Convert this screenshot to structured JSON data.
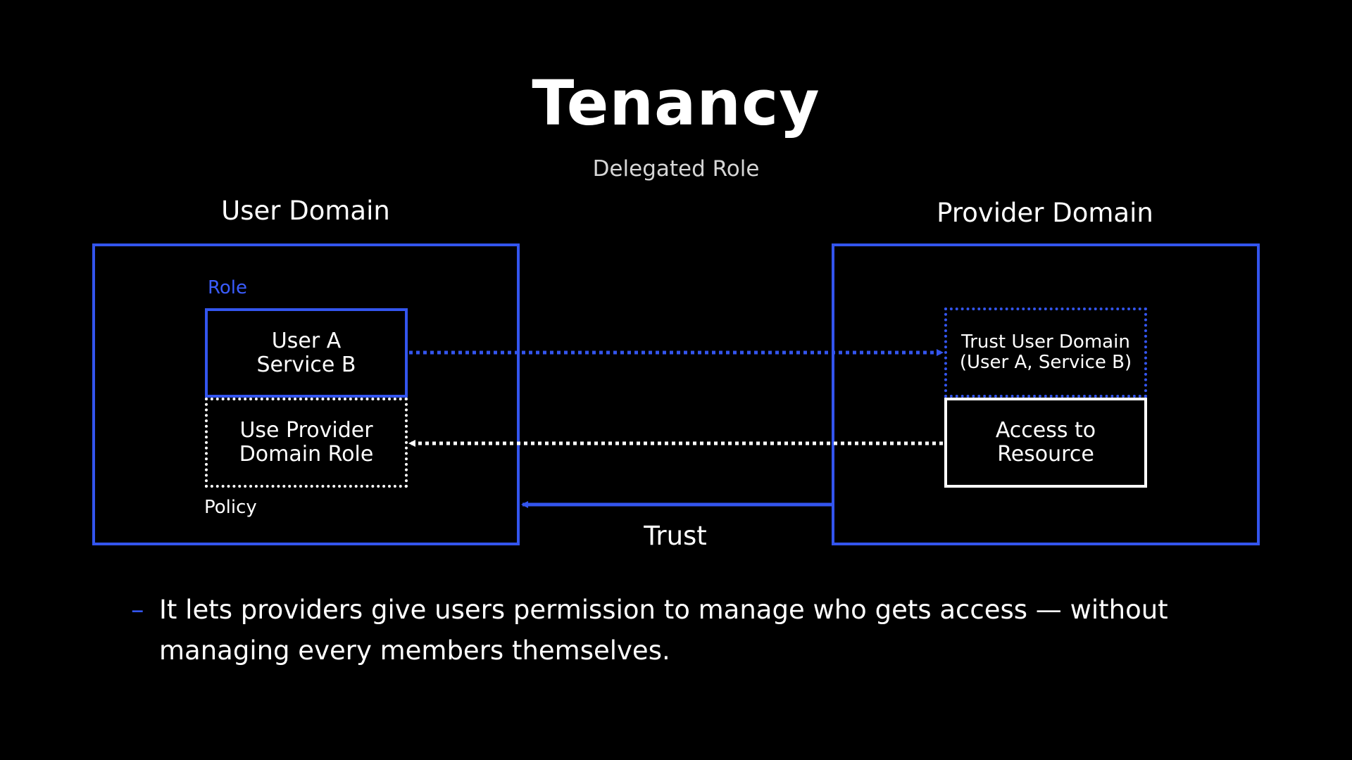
{
  "slide": {
    "title": "Tenancy",
    "subtitle": "Delegated Role"
  },
  "user_domain": {
    "title": "User Domain",
    "role_label": "Role",
    "role_box": {
      "line1": "User A",
      "line2": "Service B"
    },
    "policy_box": {
      "line1": "Use Provider",
      "line2": "Domain Role"
    },
    "policy_label": "Policy"
  },
  "provider_domain": {
    "title": "Provider Domain",
    "trust_box": {
      "line1": "Trust User Domain",
      "line2": "(User A, Service B)"
    },
    "access_box": {
      "line1": "Access to",
      "line2": "Resource"
    }
  },
  "trust_label": "Trust",
  "bullet": {
    "dash": "–",
    "text": "It lets providers give users permission to manage who gets access — without managing every members themselves."
  },
  "colors": {
    "background": "#000000",
    "accent_blue": "#3355ee",
    "text": "#ffffff"
  }
}
